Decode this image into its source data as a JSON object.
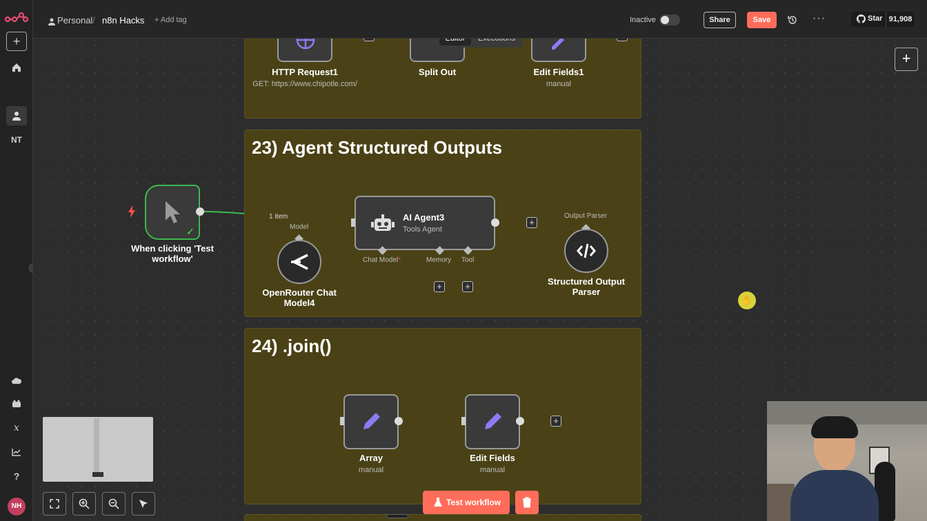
{
  "header": {
    "project": "Personal",
    "workflow_name": "n8n Hacks",
    "add_tag": "+ Add tag",
    "status_label": "Inactive",
    "share": "Share",
    "save": "Save",
    "github_star": "Star",
    "github_count": "91,908"
  },
  "tabs": {
    "editor": "Editor",
    "executions": "Executions"
  },
  "sidebar": {
    "initials": "NT",
    "avatar": "NH"
  },
  "top_sticky": {
    "nodes": [
      {
        "label": "HTTP Request1",
        "sub": "GET: https://www.chipotle.com/"
      },
      {
        "label": "Split Out",
        "sub": ""
      },
      {
        "label": "Edit Fields1",
        "sub": "manual"
      }
    ]
  },
  "sticky23": {
    "title": "23) Agent Structured Outputs",
    "trigger_label": "When clicking 'Test workflow'",
    "edge_label": "1 item",
    "model_label": "Model",
    "agent_title": "AI Agent3",
    "agent_sub": "Tools Agent",
    "chat_model": "Chat Model",
    "required_mark": "*",
    "memory": "Memory",
    "tool": "Tool",
    "openrouter_label": "OpenRouter Chat Model4",
    "output_parser_port": "Output Parser",
    "parser_label": "Structured Output Parser"
  },
  "sticky24": {
    "title": "24) .join()",
    "node1_label": "Array",
    "node1_sub": "manual",
    "node2_label": "Edit Fields",
    "node2_sub": "manual"
  },
  "footer": {
    "test_workflow": "Test workflow"
  },
  "colors": {
    "accent": "#ff6d5a",
    "sticky": "#4a4216",
    "edge_success": "#3fb950",
    "node_icon": "#8b7cf6"
  }
}
